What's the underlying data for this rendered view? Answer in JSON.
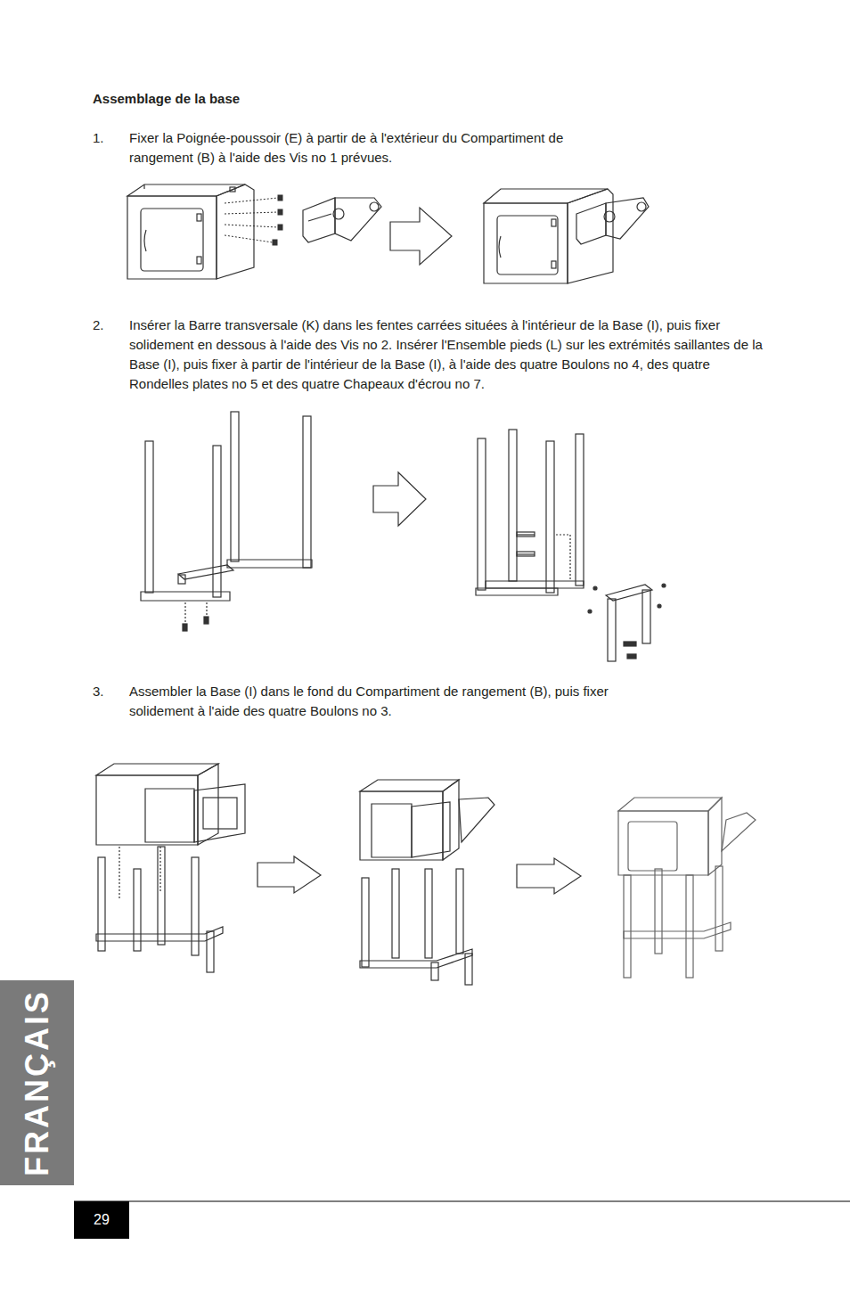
{
  "diagram": {
    "title": "Assemblage de la base",
    "nodes": [
      {
        "text": [
          "FRANÇAIS"
        ]
      },
      {
        "text": [
          "29"
        ]
      }
    ],
    "labels": [
      "1.",
      "Fixer la Poignée-poussoir (E) à partir de à l'extérieur du Compartiment de rangement (B) à l'aide des Vis no 1 prévues.",
      "2.",
      "Insérer la Barre transversale (K) dans les fentes carrées situées à l'intérieur de la Base (I), puis fixer solidement en dessous à l'aide des Vis no 2. Insérer l'Ensemble pieds (L) sur les extrémités saillantes de la Base (I), puis fixer à partir de l'intérieur de la Base (I), à l'aide des quatre Boulons no 4, des quatre Rondelles plates no 5 et des quatre Chapeaux d'écrou no 7.",
      "3.",
      "Assembler la Base (I) dans le fond du Compartiment de rangement (B), puis fixer solidement à l'aide des quatre Boulons no 3."
    ]
  }
}
